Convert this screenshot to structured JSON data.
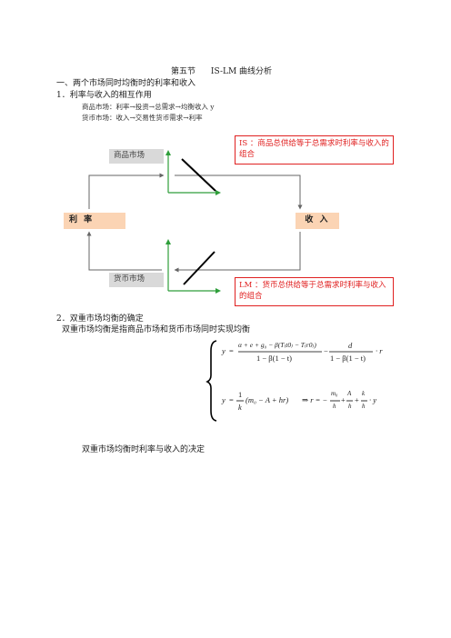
{
  "title": {
    "section": "第五节",
    "topic": "IS-LM 曲线分析"
  },
  "heading1": "一、两个市场同时均衡时的利率和收入",
  "heading1_1": "1．利率与收入的相互作用",
  "line_goods": "商品市场：利率→投资→总需求→均衡收入 y",
  "line_money": "货币市场：收入→交易性货币需求→利率",
  "diagram": {
    "goods_market": "商品市场",
    "money_market": "货币市场",
    "interest_rate": "利 率",
    "income": "收 入",
    "is_note": "IS ：商品总供给等于总需求时利率与收入的组合",
    "lm_note": "LM ：货币总供给等于总需求时利率与收入的组合"
  },
  "heading2": "2．双重市场均衡的确定",
  "sentence": "双重市场均衡是指商品市场和货币市场同时实现均衡",
  "formula": {
    "y1": "y",
    "eq": "=",
    "num1": "α + e + g₀ − β(T₍t0₎ − T₍r0₎)",
    "den1": "1 − β(1 − t)",
    "minus": "−",
    "num2": "d",
    "den2": "1 − β(1 − t)",
    "tail1": "· r",
    "y2": "y",
    "eq2": "=",
    "frac_num": "1",
    "frac_den": "k",
    "paren": "(m₀ − A + hr)",
    "implies": "⇒ r = −",
    "a_num": "m₀",
    "a_den": "h",
    "plus1": "+",
    "b_num": "A",
    "b_den": "h",
    "plus2": "+",
    "c_num": "k",
    "c_den": "h",
    "tail2": "· y"
  },
  "closing": "双重市场均衡时利率与收入的决定",
  "colors": {
    "axis_green": "#2e9e3a",
    "arrow_gray": "#666666",
    "red": "#e02020"
  }
}
